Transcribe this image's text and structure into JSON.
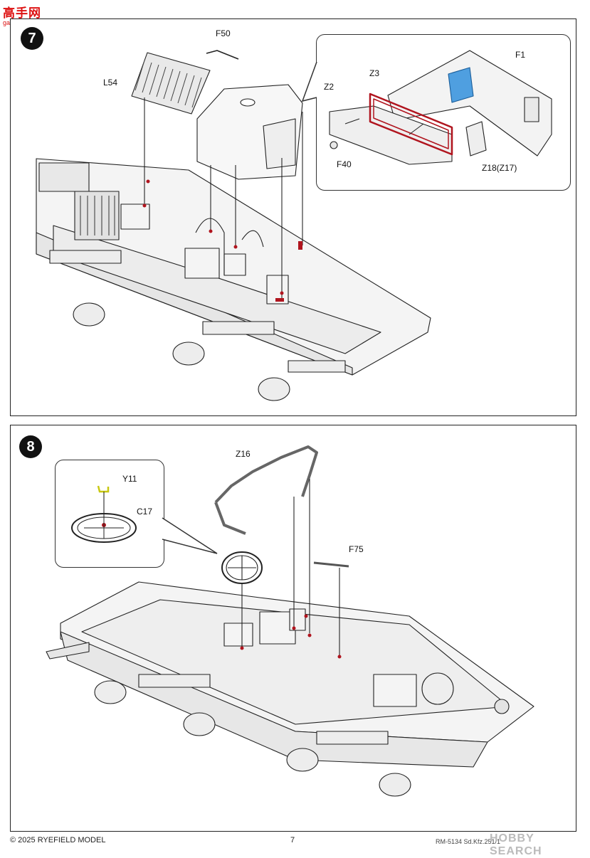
{
  "header_logo": {
    "text": "高手网",
    "sub": "gao-shou.com"
  },
  "step7": {
    "number": "7",
    "labels": {
      "F50": "F50",
      "L54": "L54",
      "F1": "F1",
      "Z3": "Z3",
      "Z2": "Z2",
      "F40": "F40",
      "Z18": "Z18(Z17)"
    }
  },
  "step8": {
    "number": "8",
    "labels": {
      "Z16": "Z16",
      "Y11": "Y11",
      "C17": "C17",
      "F75": "F75"
    }
  },
  "footer": {
    "copyright": "© 2025 RYEFIELD MODEL",
    "page": "7",
    "kit_code": "RM-5134 Sd.Kfz.251/1",
    "watermark": "HOBBY SEARCH"
  },
  "colors": {
    "highlight_red": "#b0141e",
    "highlight_blue": "#4f9fe0",
    "highlight_yellow": "#c8c810"
  }
}
